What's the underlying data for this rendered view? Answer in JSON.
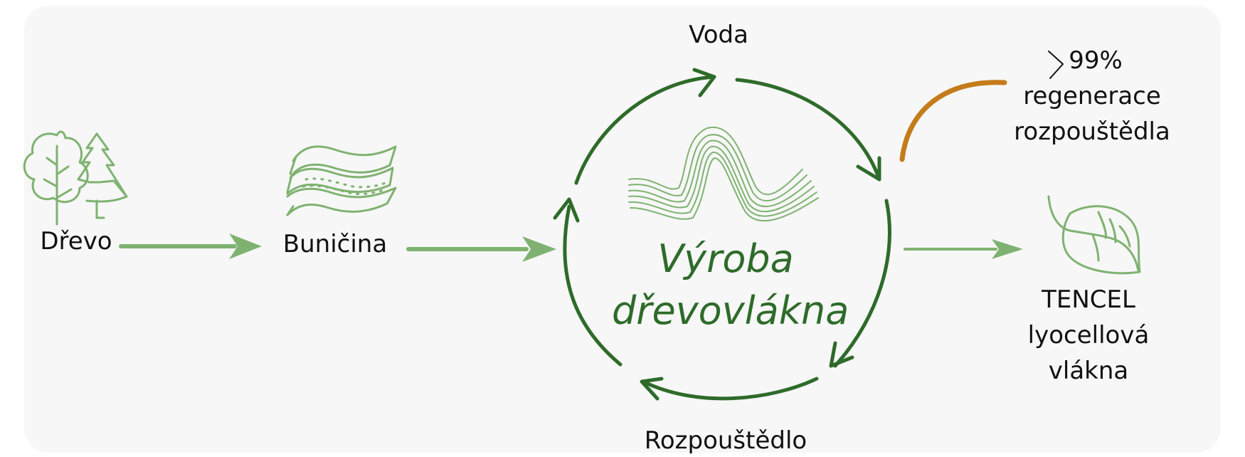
{
  "colors": {
    "background": "#f7f7f7",
    "dark_green": "#2e6b2a",
    "light_green": "#7fb271",
    "orange_arc": "#c47c1a",
    "text": "#111111"
  },
  "nodes": {
    "wood": {
      "label": "Dřevo",
      "icon": "trees-icon"
    },
    "pulp": {
      "label": "Buničina",
      "icon": "pulp-sheets-icon"
    },
    "water": {
      "label": "Voda"
    },
    "solvent": {
      "label": "Rozpouštědlo"
    },
    "fiber": {
      "label_line1": "TENCEL",
      "label_line2": "lyocellová",
      "label_line3": "vlákna",
      "icon": "leaf-icon"
    }
  },
  "center": {
    "line1": "Výroba",
    "line2": "dřevovlákna",
    "icon": "fiber-wave-icon"
  },
  "regeneration": {
    "symbol": ">",
    "value": "99%",
    "line2": "regenerace",
    "line3": "rozpouštědla"
  }
}
